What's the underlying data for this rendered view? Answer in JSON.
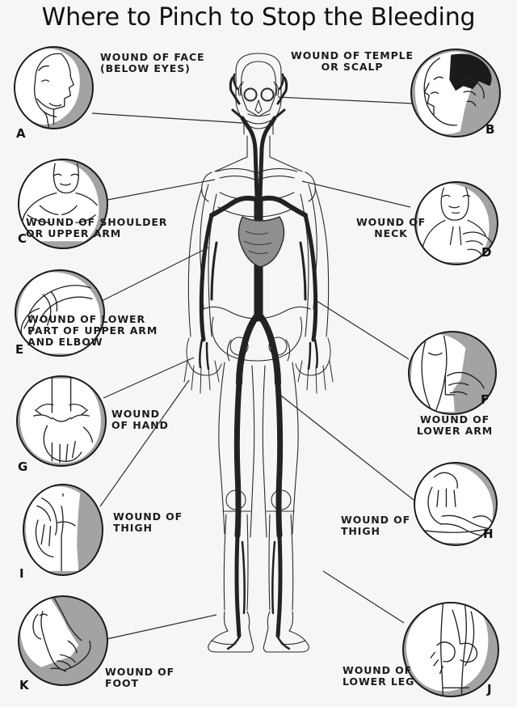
{
  "title": "Where to Pinch to Stop the Bleeding",
  "colors": {
    "background": "#f6f6f4",
    "circle_fill": "#a3a3a3",
    "ink": "#1a1a1a",
    "organ_grey": "#8f8f8f",
    "artery_dark": "#2a2a2a"
  },
  "callouts": [
    {
      "key": "A",
      "label": "WOUND OF FACE\n(BELOW EYES)",
      "side": "left",
      "body_part": "face"
    },
    {
      "key": "B",
      "label": "WOUND OF TEMPLE\nOR SCALP",
      "side": "right",
      "body_part": "temple"
    },
    {
      "key": "C",
      "label": "WOUND OF SHOULDER\nOR UPPER ARM",
      "side": "left",
      "body_part": "shoulder"
    },
    {
      "key": "D",
      "label": "WOUND OF\nNECK",
      "side": "right",
      "body_part": "neck"
    },
    {
      "key": "E",
      "label": "WOUND OF LOWER\nPART OF UPPER ARM\nAND ELBOW",
      "side": "left",
      "body_part": "elbow"
    },
    {
      "key": "F",
      "label": "WOUND OF\nLOWER ARM",
      "side": "right",
      "body_part": "lower-arm"
    },
    {
      "key": "G",
      "label": "WOUND\nOF HAND",
      "side": "left",
      "body_part": "hand"
    },
    {
      "key": "H",
      "label": "WOUND OF\nTHIGH",
      "side": "right",
      "body_part": "thigh-right"
    },
    {
      "key": "I",
      "label": "WOUND OF\nTHIGH",
      "side": "left",
      "body_part": "thigh-left"
    },
    {
      "key": "J",
      "label": "WOUND OF\nLOWER LEG",
      "side": "right",
      "body_part": "lower-leg"
    },
    {
      "key": "K",
      "label": "WOUND OF\nFOOT",
      "side": "left",
      "body_part": "foot"
    }
  ],
  "figure": {
    "name": "anterior-arterial-anatomy-figure",
    "description": "Front view of human skeleton and arterial system with heart"
  }
}
